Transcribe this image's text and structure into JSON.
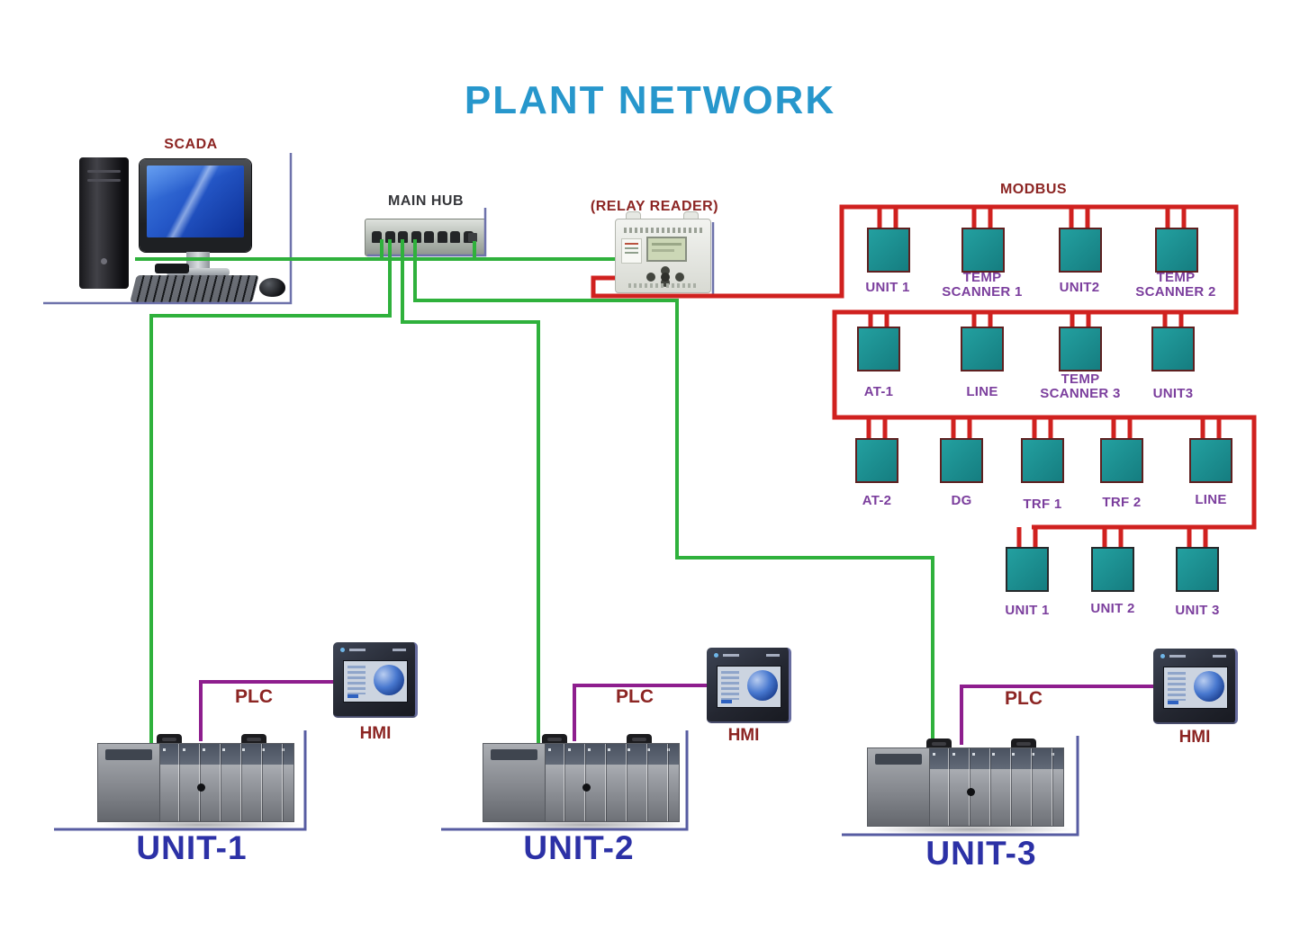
{
  "title": "PLANT NETWORK",
  "workstation": {
    "label": "SCADA"
  },
  "hub": {
    "label": "MAIN HUB"
  },
  "relay_reader": {
    "label": "(RELAY READER)"
  },
  "modbus_network": {
    "title": "MODBUS",
    "rows": [
      {
        "nodes": [
          "UNIT 1",
          "TEMP SCANNER 1",
          "UNIT2",
          "TEMP SCANNER 2"
        ]
      },
      {
        "nodes": [
          "AT-1",
          "LINE",
          "TEMP SCANNER 3",
          "UNIT3"
        ]
      },
      {
        "nodes": [
          "AT-2",
          "DG",
          "TRF 1",
          "TRF 2",
          "LINE"
        ]
      },
      {
        "nodes": [
          "UNIT 1",
          "UNIT 2",
          "UNIT 3"
        ]
      }
    ]
  },
  "units": [
    {
      "name": "UNIT-1",
      "plc_label": "PLC",
      "hmi_label": "HMI"
    },
    {
      "name": "UNIT-2",
      "plc_label": "PLC",
      "hmi_label": "HMI"
    },
    {
      "name": "UNIT-3",
      "plc_label": "PLC",
      "hmi_label": "HMI"
    }
  ],
  "colors": {
    "title_blue": "#2797cc",
    "label_maroon": "#8c2523",
    "node_purple": "#7b3e9d",
    "unit_blue": "#2c31a6",
    "ethernet_green": "#2fb13c",
    "modbus_red": "#d0211f",
    "plc_hmi_purple": "#8e1e8e",
    "frame_slate": "#6e72ab",
    "node_teal": "#1b8f8f"
  }
}
